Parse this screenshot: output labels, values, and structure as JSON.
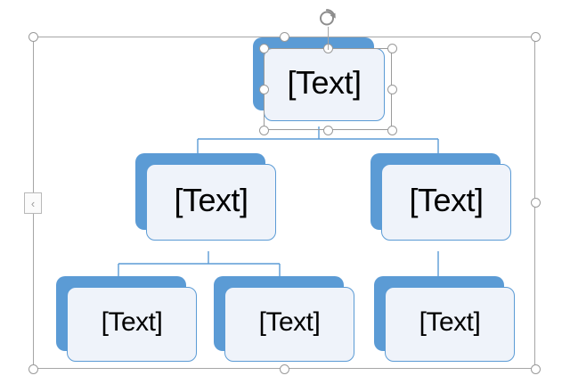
{
  "app": {
    "surface": "slide-canvas",
    "graphic_type": "smartart-organization-chart"
  },
  "colors": {
    "node_accent": "#5B9BD5",
    "node_fill": "#EFF3FA",
    "node_border": "#5B9BD5",
    "connector": "#5B9BD5",
    "selection_frame": "#A6A6A6",
    "handle_fill": "#FFFFFF",
    "handle_border": "#9A9A9A",
    "canvas": "#FFFFFF"
  },
  "chart_nodes": {
    "root": {
      "label": "[Text]"
    },
    "level2": [
      {
        "label": "[Text]"
      },
      {
        "label": "[Text]"
      }
    ],
    "level3": [
      {
        "label": "[Text]"
      },
      {
        "label": "[Text]"
      },
      {
        "label": "[Text]"
      }
    ]
  },
  "controls": {
    "rotate_handle": "rotation-handle",
    "text_pane_toggle_glyph": "‹",
    "text_pane_toggle_name": "text-pane-toggle"
  }
}
